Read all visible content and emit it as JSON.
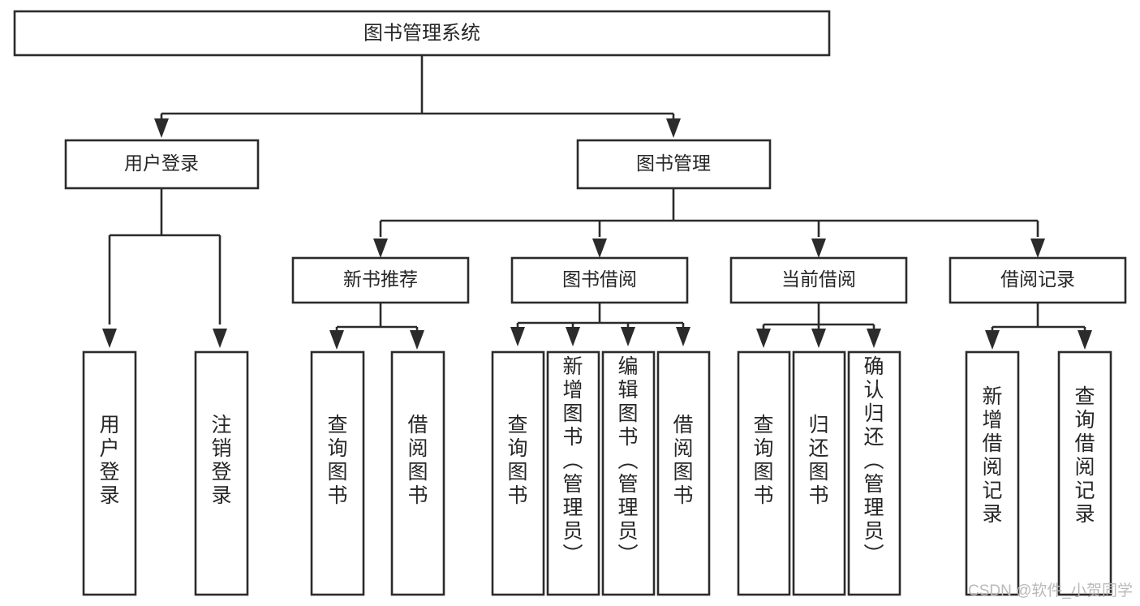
{
  "diagram": {
    "type": "tree-hierarchy",
    "title": "图书管理系统",
    "watermark": "CSDN @软件_小贺同学",
    "colors": {
      "stroke": "#2b2b2b",
      "fill": "#ffffff",
      "text": "#262626",
      "watermark": "#b9b9b9",
      "background": "#ffffff"
    },
    "nodes": {
      "root": {
        "label": "图书管理系统"
      },
      "level2": [
        {
          "label": "用户登录"
        },
        {
          "label": "图书管理"
        }
      ],
      "level3": [
        {
          "label": "新书推荐"
        },
        {
          "label": "图书借阅"
        },
        {
          "label": "当前借阅"
        },
        {
          "label": "借阅记录"
        }
      ],
      "leaves": {
        "user_login": [
          {
            "label": "用户登录"
          },
          {
            "label": "注销登录"
          }
        ],
        "new_book_recommend": [
          {
            "label": "查询图书"
          },
          {
            "label": "借阅图书"
          }
        ],
        "book_borrow": [
          {
            "label": "查询图书"
          },
          {
            "label": "新增图书（管理员）"
          },
          {
            "label": "编辑图书（管理员）"
          },
          {
            "label": "借阅图书"
          }
        ],
        "current_borrow": [
          {
            "label": "查询图书"
          },
          {
            "label": "归还图书"
          },
          {
            "label": "确认归还（管理员）"
          }
        ],
        "borrow_record": [
          {
            "label": "新增借阅记录"
          },
          {
            "label": "查询借阅记录"
          }
        ]
      }
    }
  }
}
